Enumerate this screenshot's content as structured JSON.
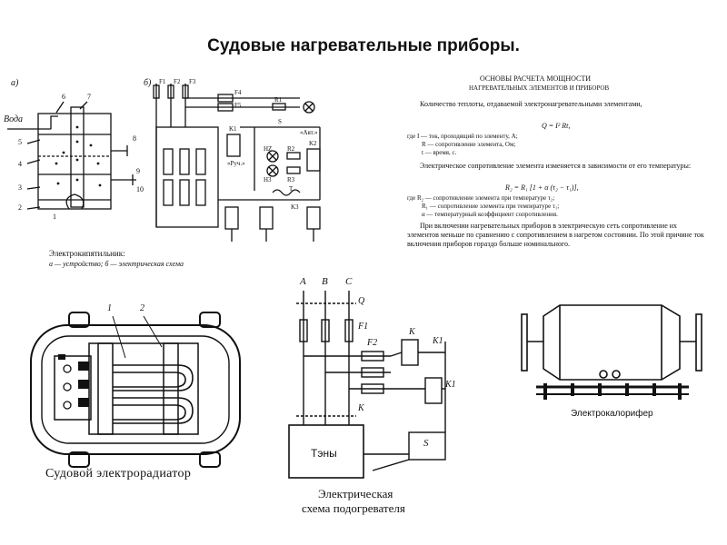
{
  "title": "Судовые нагревательные приборы.",
  "boiler": {
    "label_a": "а)",
    "label_b": "б)",
    "water_label": "Вода",
    "part_numbers": [
      "1",
      "2",
      "3",
      "4",
      "5",
      "6",
      "7",
      "8",
      "9",
      "10"
    ],
    "fuse_labels": [
      "F1",
      "F2",
      "F3",
      "F4",
      "F5"
    ],
    "scheme_labels": [
      "K1",
      "R1",
      "S",
      "«Руч.»",
      "«Авт.»",
      "HZ",
      "R2",
      "K2",
      "H3",
      "R3",
      "T",
      "K3"
    ],
    "caption": "Электрокипятильник:",
    "caption_sub": "а — устройство; б — электрическая схема"
  },
  "calc": {
    "heading_1": "ОСНОВЫ РАСЧЕТА МОЩНОСТИ",
    "heading_2": "НАГРЕВАТЕЛЬНЫХ ЭЛЕМЕНТОВ И ПРИБОРОВ",
    "p1": "Количество теплоты, отдаваемой электронагревательными элементами,",
    "formula_1": "Q = I² Rt,",
    "def_1": "где I — ток, проходящий по элементу, А;",
    "def_2": "R — сопротивление элемента, Ом;",
    "def_3": "t — время, с.",
    "p2": "Электрическое сопротивление элемента изменяется в зависимости от его температуры:",
    "formula_2": "R₂ = R₁ [1 + α (τ₂ − τ₁)],",
    "def_4": "где R₂ — сопротивление элемента при температуре τ₂;",
    "def_5": "R₁ — сопротивление элемента при температуре τ₁;",
    "def_6": "α — температурный коэффициент сопротивления.",
    "p3": "При включении нагревательных приборов в электрическую сеть сопротивление их элементов меньше по сравнению с сопротивлением в нагретом состоянии. По этой причине ток включения приборов гораздо больше номинального."
  },
  "radiator": {
    "label_1": "1",
    "label_2": "2",
    "caption": "Судовой электрорадиатор"
  },
  "heater": {
    "phase_labels": [
      "A",
      "B",
      "C"
    ],
    "labels": [
      "Q",
      "F1",
      "F2",
      "K",
      "K1",
      "K1",
      "K",
      "S"
    ],
    "box_label": "Тэны",
    "caption_1": "Электрическая",
    "caption_2": "схема подогревателя"
  },
  "calorifer": {
    "caption": "Электрокалорифер"
  }
}
